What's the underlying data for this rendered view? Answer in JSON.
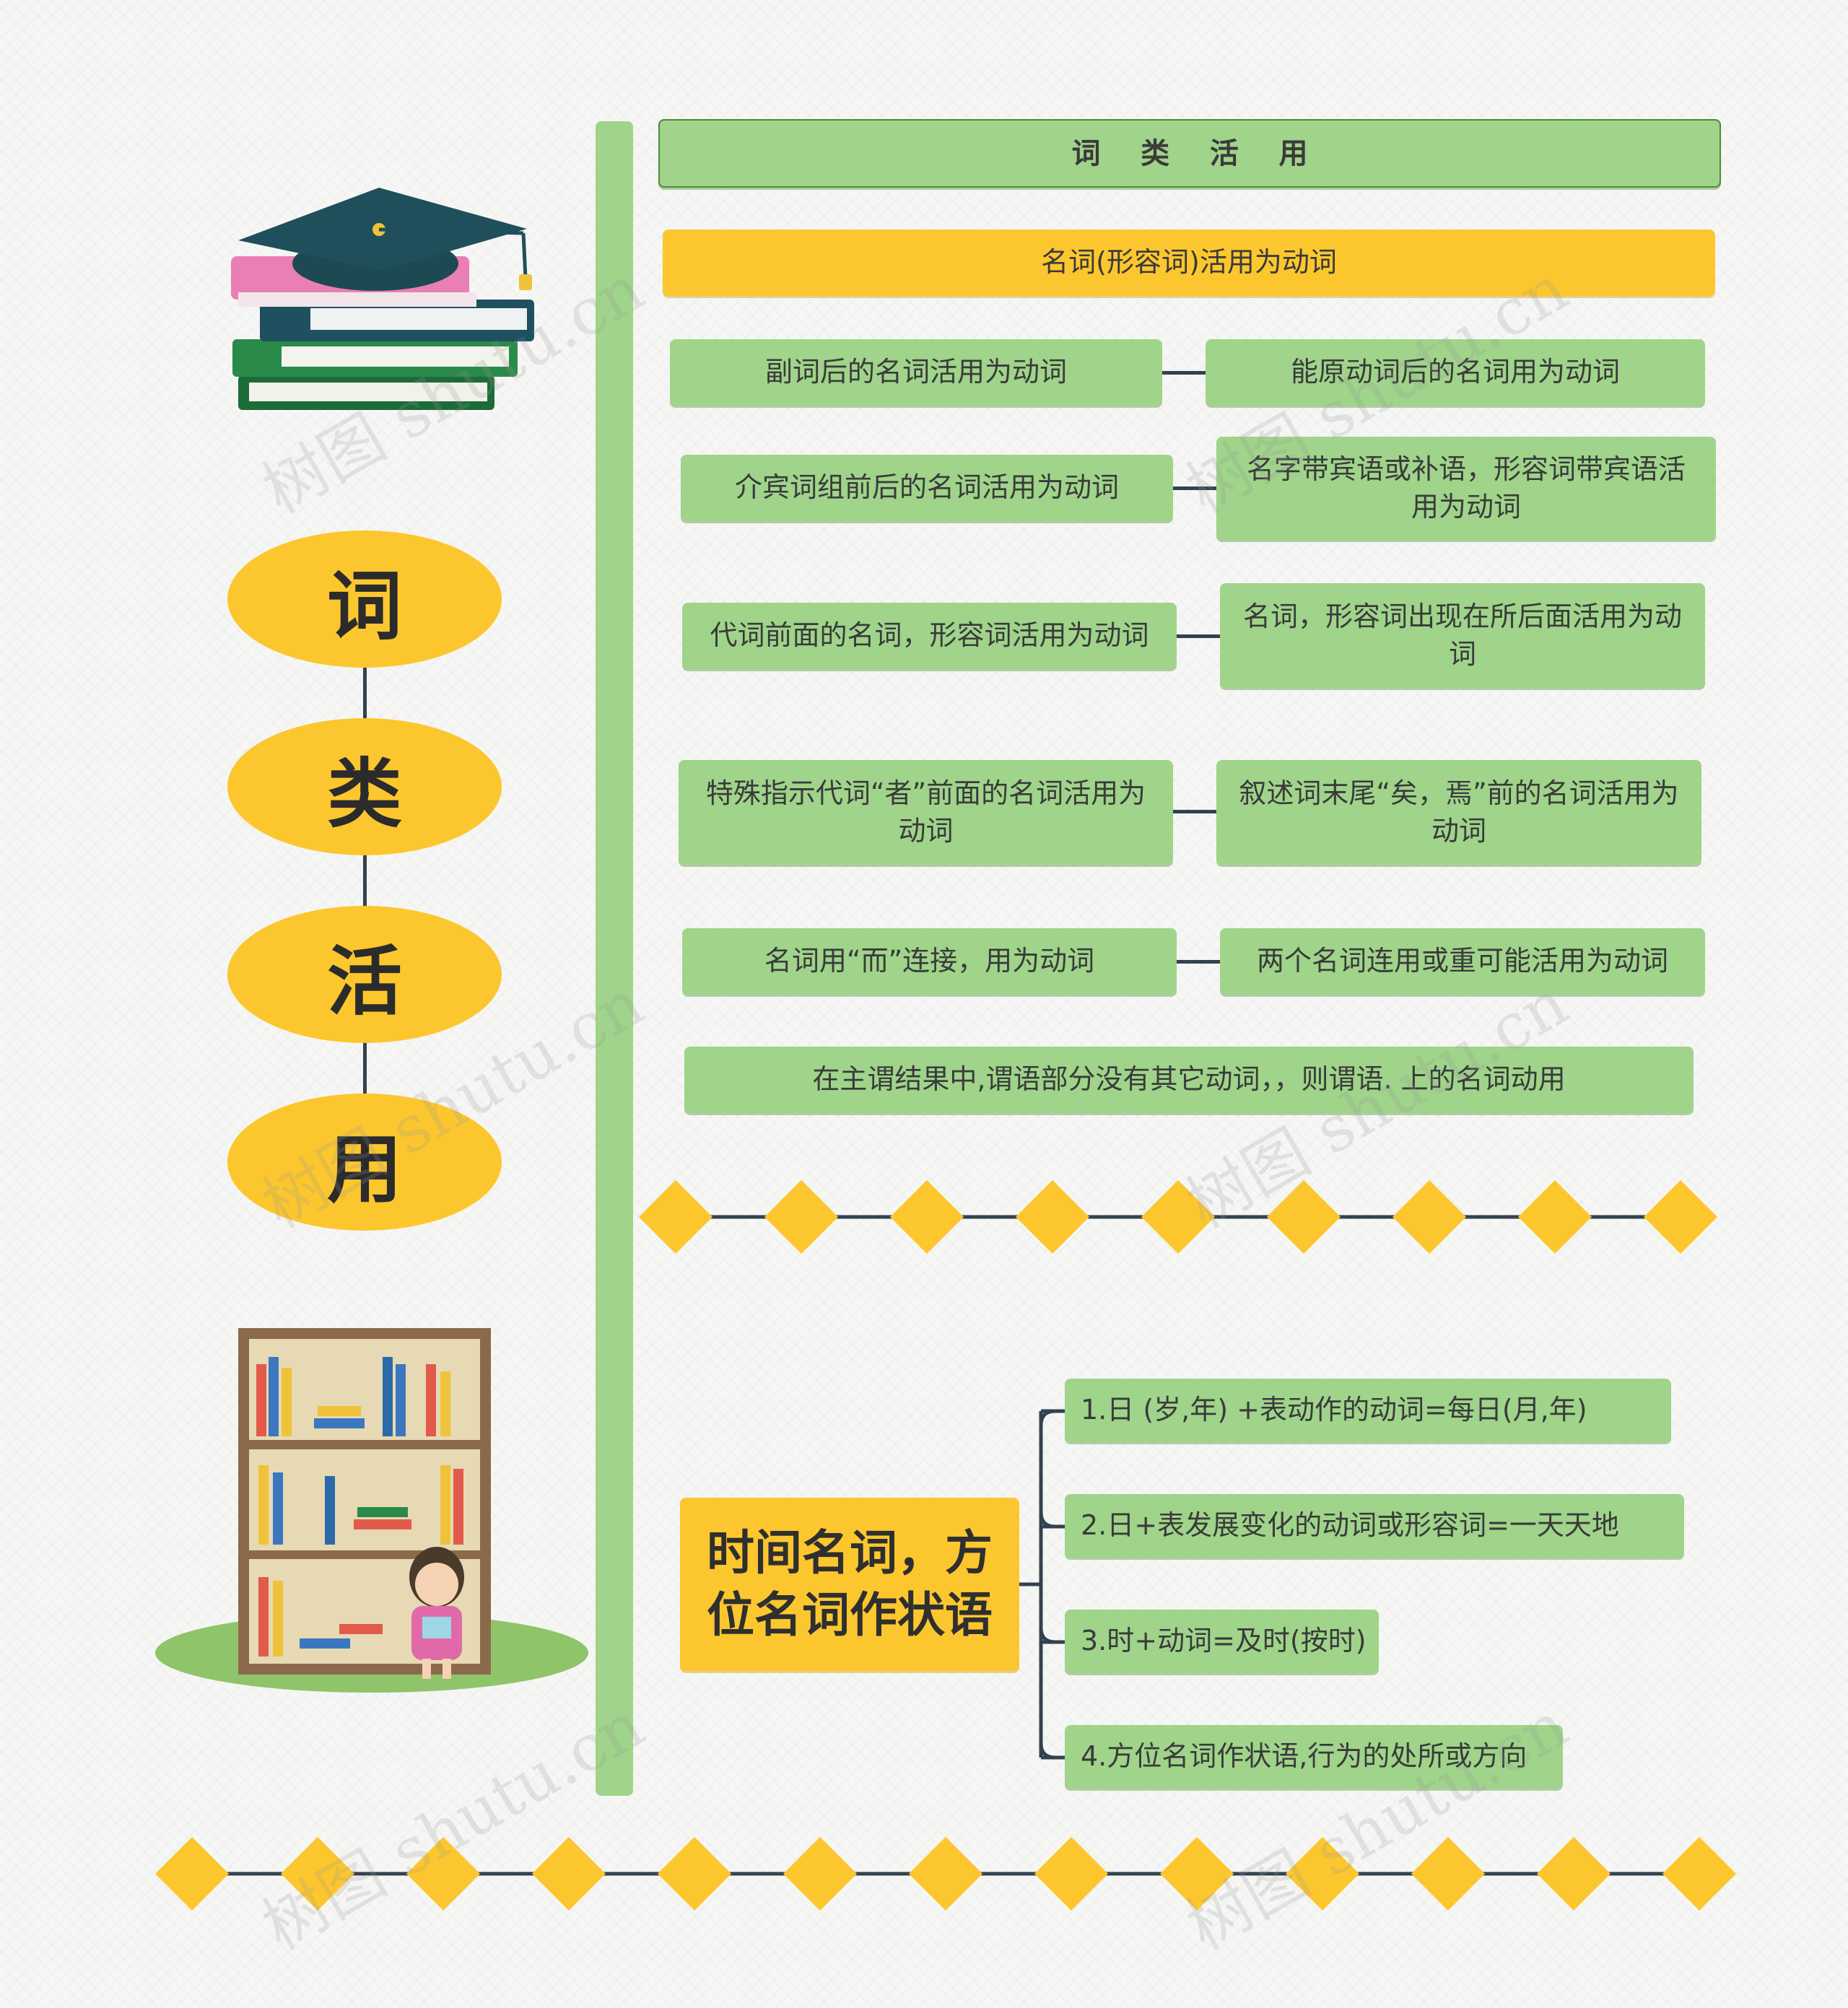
{
  "sidebar": {
    "title_chars": [
      "词",
      "类",
      "活",
      "用"
    ]
  },
  "main": {
    "header": "词    类    活    用",
    "section1": {
      "title": "名词(形容词)活用为动词",
      "rows": [
        {
          "left": "副词后的名词活用为动词",
          "right": "能原动词后的名词用为动词"
        },
        {
          "left": "介宾词组前后的名词活用为动词",
          "right": "名字带宾语或补语，形容词带宾语活用为动词"
        },
        {
          "left": "代词前面的名词，形容词活用为动词",
          "right": "名词，形容词出现在所后面活用为动词"
        },
        {
          "left": "特殊指示代词“者”前面的名词活用为动词",
          "right": "叙述词末尾“矣，焉”前的名词活用为动词"
        },
        {
          "left": "名词用“而”连接，用为动词",
          "right": "两个名词连用或重可能活用为动词"
        }
      ],
      "bottom": "在主谓结果中,谓语部分没有其它动词，，则谓语. 上的名词动用"
    },
    "section2": {
      "title": "时间名词，方位名词作状语",
      "items": [
        "1.日 (岁,年) +表动作的动词=每日(月,年)",
        "2.日+表发展变化的动词或形容词=一天天地",
        "3.时+动词=及时(按时)",
        "4.方位名词作状语,行为的处所或方向"
      ]
    }
  },
  "watermark": "树图 shutu.cn",
  "colors": {
    "green": "#9fd48a",
    "yellow": "#fcc72e",
    "line": "#34424f"
  }
}
